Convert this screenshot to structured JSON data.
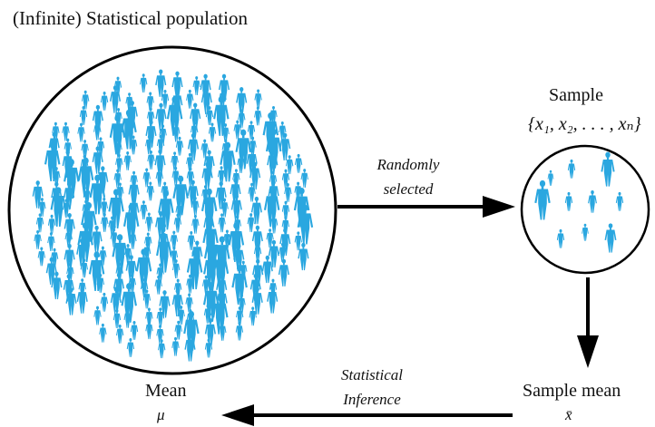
{
  "population": {
    "title": "(Infinite) Statistical population"
  },
  "sample": {
    "title": "Sample",
    "set_notation": "{x₁, x₂, . . . , xₙ}"
  },
  "arrows": {
    "random_line1": "Randomly",
    "random_line2": "selected",
    "inference_line1": "Statistical",
    "inference_line2": "Inference"
  },
  "outputs": {
    "sample_mean_label": "Sample mean",
    "sample_mean_symbol": "x̄",
    "mean_label": "Mean",
    "mean_symbol": "μ"
  },
  "colors": {
    "person": "#2aa7e0",
    "outline": "#000000"
  },
  "icons": [
    "person-icon",
    "arrow-right-icon",
    "arrow-down-icon",
    "arrow-left-icon"
  ]
}
